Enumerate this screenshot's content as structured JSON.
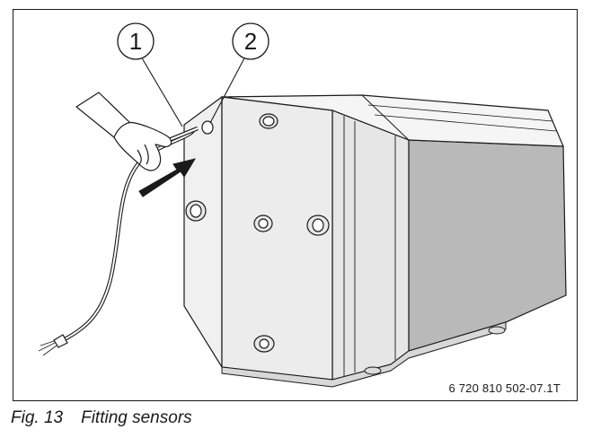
{
  "figure": {
    "callouts": [
      {
        "number": "1",
        "target": "sensor cable"
      },
      {
        "number": "2",
        "target": "sensor well"
      }
    ],
    "reference_code": "6 720 810 502-07.1T"
  },
  "caption": {
    "figure_number": "Fig. 13",
    "title": "Fitting sensors"
  },
  "colors": {
    "line": "#1a1a1a",
    "panel_light": "#f3f3f3",
    "panel_mid": "#e2e2e2",
    "panel_dark": "#b9b9b9",
    "background": "#ffffff"
  }
}
